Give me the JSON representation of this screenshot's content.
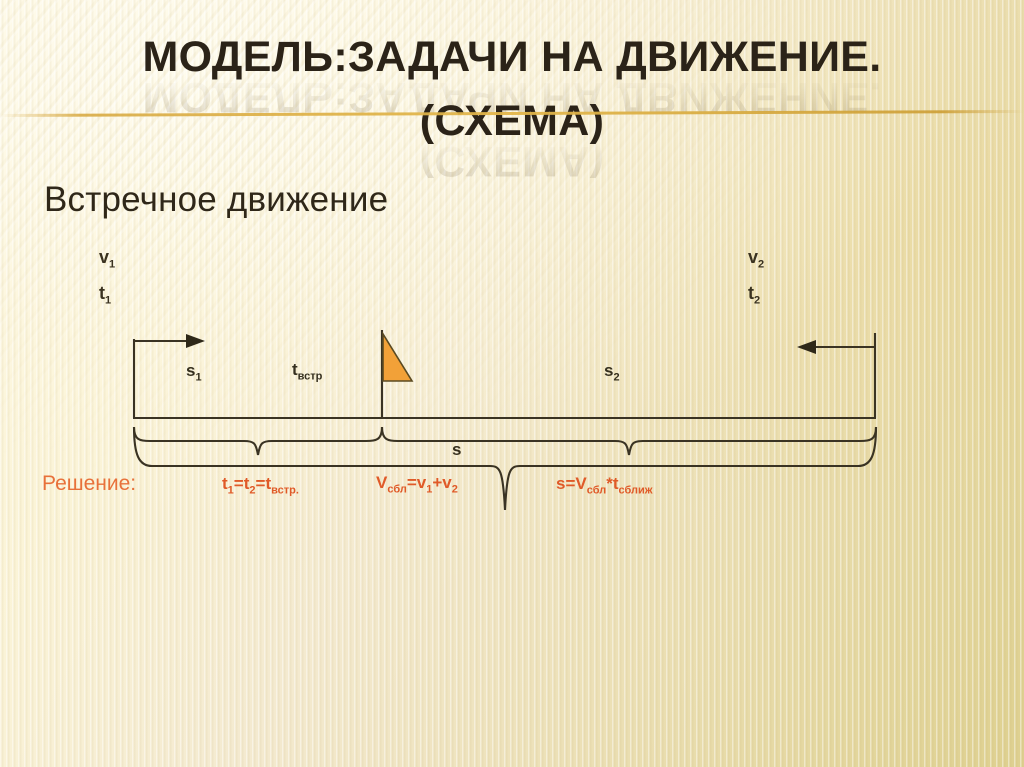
{
  "slide": {
    "title_line_1": "МОДЕЛЬ:ЗАДАЧИ НА ДВИЖЕНИЕ.",
    "title_line_2": "(СХЕМА)",
    "subtitle": "Встречное движение",
    "accent_color": "#e05a28",
    "rule_color": "#d6a63a",
    "flag_color": "#f2a138",
    "ink_color": "#3a3220",
    "background_color": "#f4ead0"
  },
  "diagram": {
    "name": "oncoming-motion-scheme",
    "left_speed": "v",
    "left_speed_sub": "1",
    "left_time": "t",
    "left_time_sub": "1",
    "right_speed": "v",
    "right_speed_sub": "2",
    "right_time": "t",
    "right_time_sub": "2",
    "left_distance": "s",
    "left_distance_sub": "1",
    "right_distance": "s",
    "right_distance_sub": "2",
    "meeting_time": "t",
    "meeting_time_sub": "встр",
    "total_distance": "s",
    "flag_label": "meeting-point-flag"
  },
  "solution": {
    "label": "Решение:",
    "formula_1": {
      "a": "t",
      "a_sub": "1",
      "b": "=t",
      "b_sub": "2",
      "c": "=t",
      "c_sub": "встр."
    },
    "formula_2": {
      "a": "V",
      "a_sub": "сбл",
      "b": "=v",
      "b_sub": "1",
      "c": "+v",
      "c_sub": "2"
    },
    "formula_3": {
      "a": "s=V",
      "a_sub": "сбл",
      "b": "*t",
      "b_sub": "сближ"
    }
  }
}
